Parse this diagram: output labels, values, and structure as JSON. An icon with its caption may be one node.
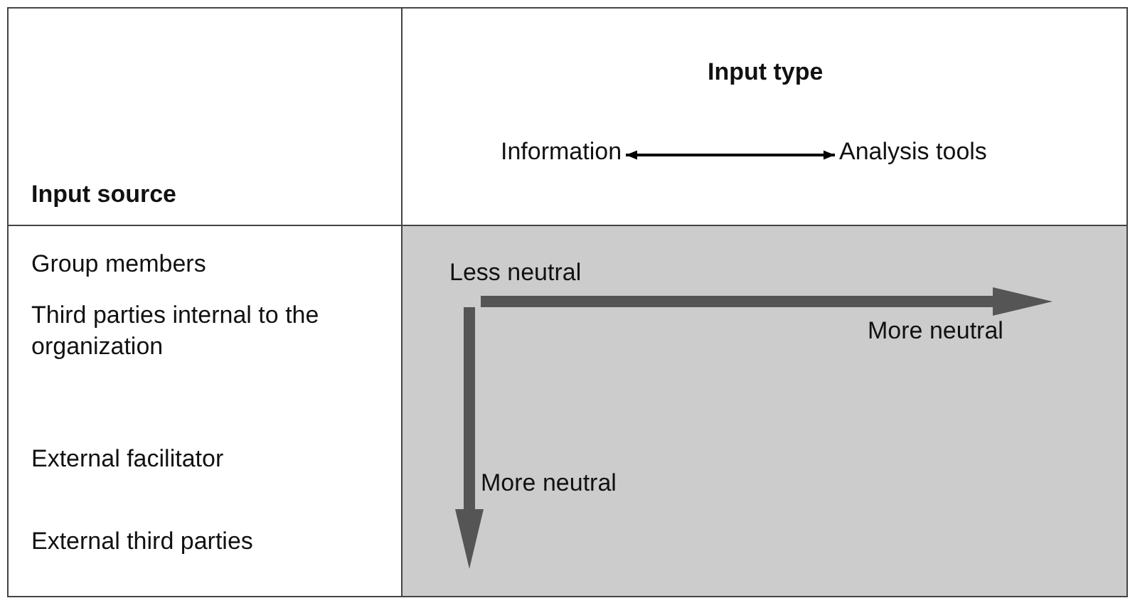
{
  "diagram": {
    "nodes": [
      {
        "text": [
          "Information"
        ]
      },
      {
        "text": [
          "Analysis tools"
        ]
      }
    ],
    "edges": [
      {
        "from": 0,
        "to": 1,
        "arrow": "both"
      }
    ],
    "labels": [
      "Input type",
      "Input source",
      "Group members",
      "Less neutral",
      "Third parties internal to the organization",
      "More neutral",
      "External facilitator",
      "More neutral",
      "External third parties"
    ]
  }
}
